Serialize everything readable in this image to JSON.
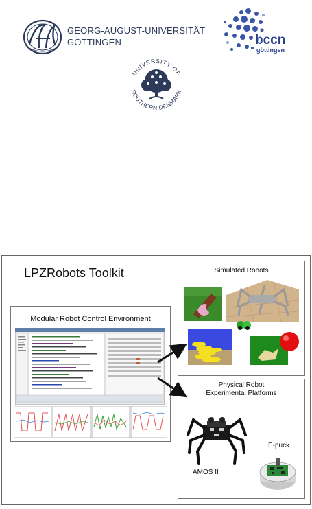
{
  "goettingen": {
    "line1": "GEORG-AUGUST-UNIVERSITÄT",
    "line2": "GÖTTINGEN"
  },
  "bccn": {
    "main": "bccn",
    "sub": "göttingen"
  },
  "sdu": {
    "arc_top": "UNIVERSITY OF",
    "arc_bottom": "SOUTHERN DENMARK"
  },
  "toolkit": {
    "title": "LPZRobots Toolkit",
    "modular_title": "Modular Robot Control Environment",
    "simulated_title": "Simulated Robots",
    "physical_title_line1": "Physical Robot",
    "physical_title_line2": "Experimental Platforms",
    "amos_label": "AMOS II",
    "epuck_label": "E-puck"
  },
  "colors": {
    "logo_navy": "#2d3a5a",
    "bccn_blue": "#2b3f8f",
    "frame_border": "#666666"
  }
}
